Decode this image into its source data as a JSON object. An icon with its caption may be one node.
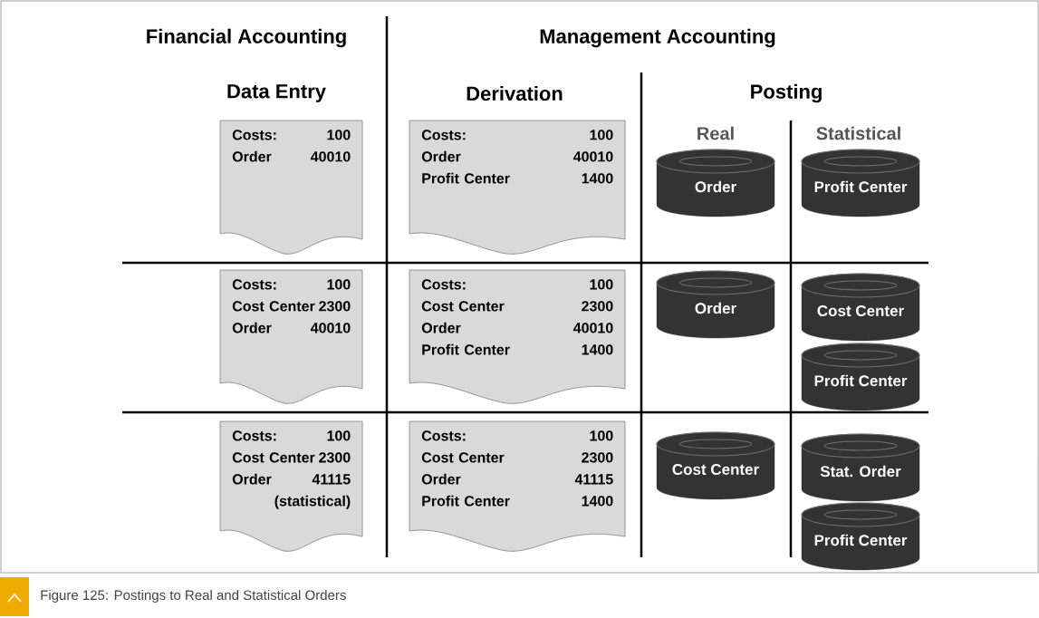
{
  "diagram": {
    "caption": "Figure 125: Postings to Real and Statistical Orders",
    "nodes": [
      {
        "text": [
          "Costs:",
          "100",
          "Order",
          "40010"
        ]
      },
      {
        "text": [
          "Costs:",
          "100",
          "Order",
          "40010",
          "Profit Center",
          "1400"
        ]
      },
      {
        "text": [
          "Order"
        ]
      },
      {
        "text": [
          "Profit Center"
        ]
      },
      {
        "text": [
          "Costs:",
          "100",
          "Cost Center",
          "2300",
          "Order",
          "40010"
        ]
      },
      {
        "text": [
          "Costs:",
          "100",
          "Cost Center",
          "2300",
          "Order",
          "40010",
          "Profit Center",
          "1400"
        ]
      },
      {
        "text": [
          "Order"
        ]
      },
      {
        "text": [
          "Cost Center"
        ]
      },
      {
        "text": [
          "Profit Center"
        ]
      },
      {
        "text": [
          "Costs:",
          "100",
          "Cost Center",
          "2300",
          "Order",
          "41115 (statistical)"
        ]
      },
      {
        "text": [
          "Costs:",
          "100",
          "Cost Center",
          "2300",
          "Order",
          "41115",
          "Profit Center",
          "1400"
        ]
      },
      {
        "text": [
          "Cost Center"
        ]
      },
      {
        "text": [
          "Stat. Order"
        ]
      },
      {
        "text": [
          "Profit Center"
        ]
      }
    ],
    "labels": [
      "Financial Accounting",
      "Management Accounting",
      "Data Entry",
      "Derivation",
      "Posting",
      "Real",
      "Statistical"
    ]
  }
}
